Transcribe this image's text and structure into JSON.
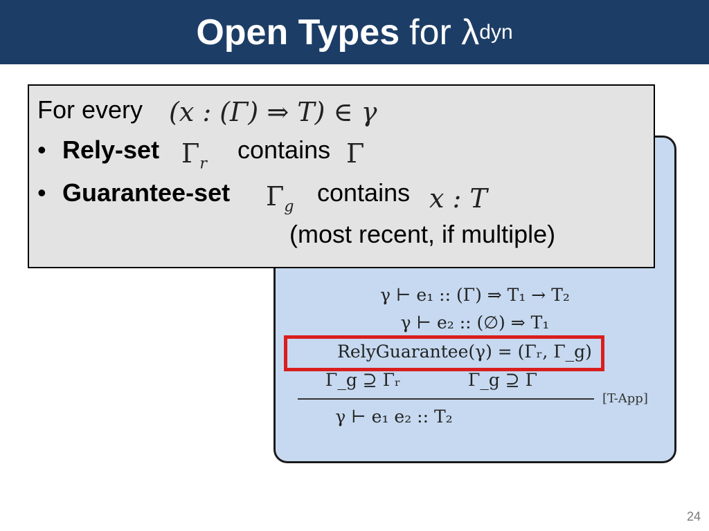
{
  "title": {
    "bold": "Open Types",
    "rest": "for λ",
    "superscript": "dyn"
  },
  "callout": {
    "line1_label": "For every",
    "line1_math": "(x : (Γ) ⇒ T) ∈ γ",
    "bullet": "•",
    "rely_label": "Rely-set",
    "rely_math_base": "Γ",
    "rely_math_sub": "r",
    "contains": "contains",
    "rely_target": "Γ",
    "guarantee_label": "Guarantee-set",
    "guarantee_math_base": "Γ",
    "guarantee_math_sub": "g",
    "guarantee_target": "x : T",
    "note": "(most recent, if multiple)"
  },
  "rule": {
    "premise1": "γ ⊢ e₁ :: (Γ) ⇒ T₁ → T₂",
    "premise2": "γ ⊢ e₂ :: (∅) ⇒ T₁",
    "premise3": "RelyGuarantee(γ) = (Γᵣ, Γ_g)",
    "premise4a": "Γ_g ⊇ Γᵣ",
    "premise4b": "Γ_g ⊇ Γ",
    "conclusion": "γ ⊢ e₁ e₂ :: T₂",
    "name": "[T-App]"
  },
  "page_number": "24",
  "colors": {
    "title_bg": "#1c3d66",
    "rule_bg": "#c6d9f0",
    "callout_bg": "#e3e3e3",
    "highlight": "#d91e1e"
  }
}
